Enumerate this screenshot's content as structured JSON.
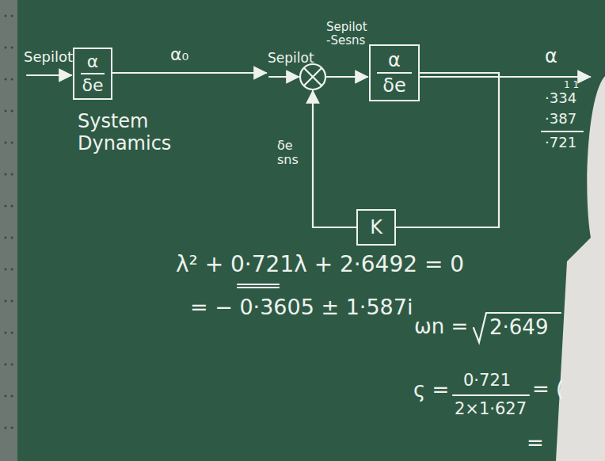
{
  "diagram": {
    "nodes": [
      {
        "text": [
          "α",
          "δe"
        ]
      },
      {
        "text": [
          "α",
          "δe"
        ]
      },
      {
        "text": [
          "K"
        ]
      }
    ],
    "edges": [
      {
        "from": 1,
        "to": 2,
        "arrow": "none"
      }
    ],
    "labels": [
      "Sepilot",
      "α₀",
      "System Dynamics",
      "Sepilot",
      "Sepilot -Sesns",
      "α",
      "δe sns",
      "1 1",
      "·334",
      "·387",
      "·721",
      "λ² + 0·721λ + 2·6492 = 0",
      "= − 0·3605 ± 1·587i",
      "ωn =",
      "2·649",
      "ς =",
      "0·721",
      "2×1·627",
      "= (",
      "="
    ]
  }
}
